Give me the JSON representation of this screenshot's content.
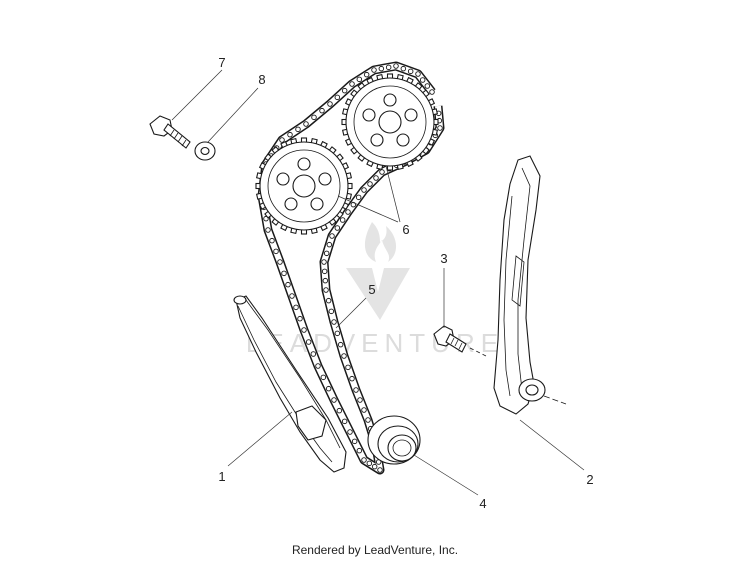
{
  "callouts": {
    "c1": "1",
    "c2": "2",
    "c3": "3",
    "c4": "4",
    "c5": "5",
    "c6": "6",
    "c7": "7",
    "c8": "8"
  },
  "watermark": {
    "text": "LEADVENTURE"
  },
  "footer": {
    "rendered_by": "Rendered by LeadVenture, Inc."
  }
}
